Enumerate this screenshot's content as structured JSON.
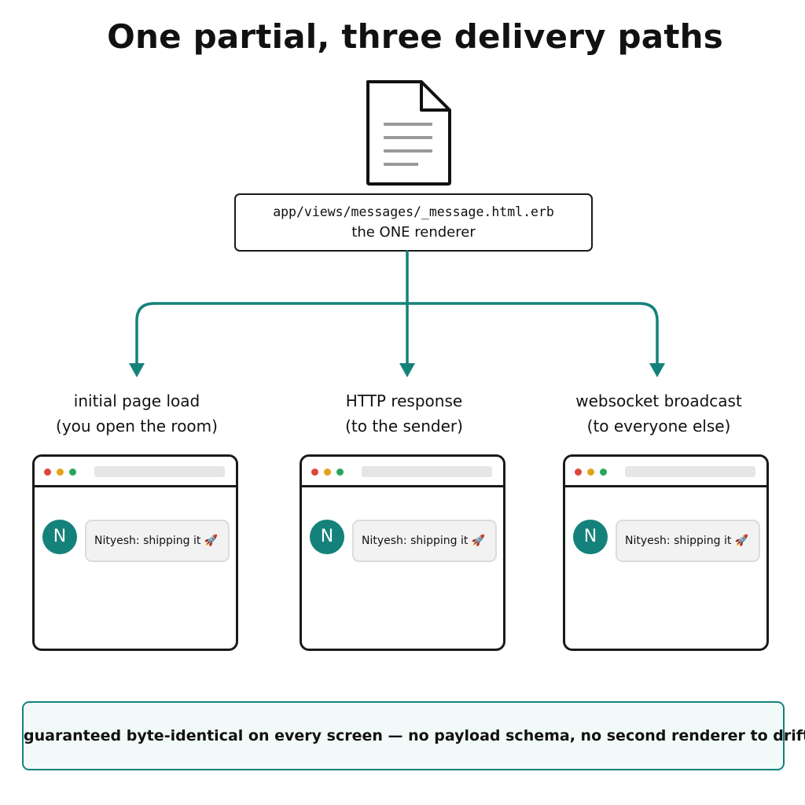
{
  "title": "One partial, three delivery paths",
  "renderer": {
    "icon": "document-icon",
    "path": "app/views/messages/_message.html.erb",
    "label": "the ONE renderer"
  },
  "paths": [
    {
      "label_line1": "initial page load",
      "label_line2": "(you open the room)",
      "avatar": "N",
      "message": "Nityesh: shipping it 🚀"
    },
    {
      "label_line1": "HTTP response",
      "label_line2": "(to the sender)",
      "avatar": "N",
      "message": "Nityesh: shipping it 🚀"
    },
    {
      "label_line1": "websocket broadcast",
      "label_line2": "(to everyone else)",
      "avatar": "N",
      "message": "Nityesh: shipping it 🚀"
    }
  ],
  "footer": "guaranteed byte-identical on every screen — no payload schema, no second renderer to drift",
  "colors": {
    "accent": "#14827a",
    "footer_bg": "#f1faf8",
    "bubble_bg": "#f2f2f2",
    "dot_red": "#e0443e",
    "dot_yellow": "#e3a21a",
    "dot_green": "#2aa55a"
  }
}
